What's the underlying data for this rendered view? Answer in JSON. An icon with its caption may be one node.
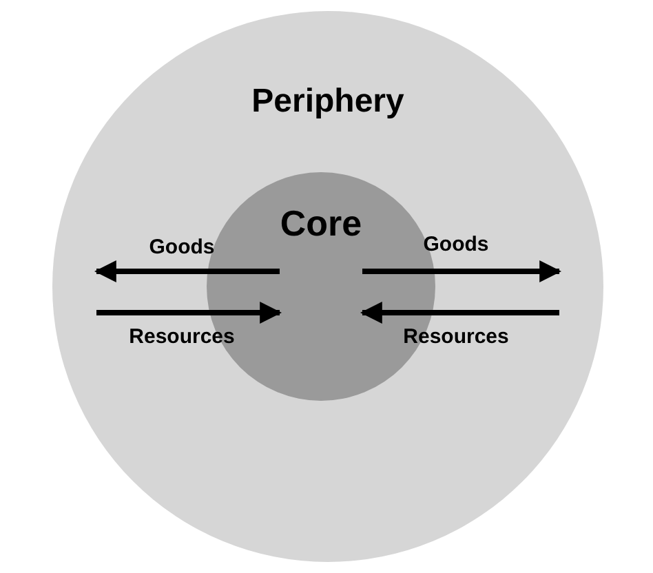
{
  "diagram": {
    "nodes": [
      {
        "text": [
          "Periphery"
        ]
      },
      {
        "text": [
          "Core"
        ],
        "in": 0
      }
    ],
    "edges": [
      {
        "from": 1,
        "to": 0,
        "label": "Goods",
        "arrow": "to"
      },
      {
        "from": 0,
        "to": 1,
        "label": "Resources",
        "arrow": "to"
      },
      {
        "from": 1,
        "to": 0,
        "label": "Goods",
        "arrow": "to"
      },
      {
        "from": 0,
        "to": 1,
        "label": "Resources",
        "arrow": "to"
      }
    ]
  }
}
